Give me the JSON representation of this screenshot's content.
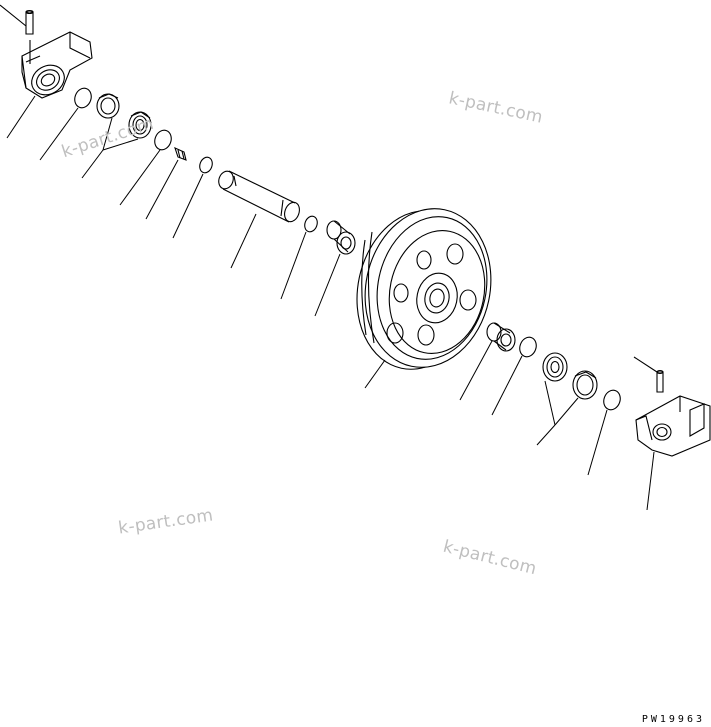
{
  "watermarks": [
    "k-part.com",
    "k-part.com",
    "k-part.com",
    "k-part.com"
  ],
  "drawing_code": "PW19963",
  "colors": {
    "line": "#000000",
    "watermark": "#bfbfbf",
    "background": "#ffffff"
  }
}
